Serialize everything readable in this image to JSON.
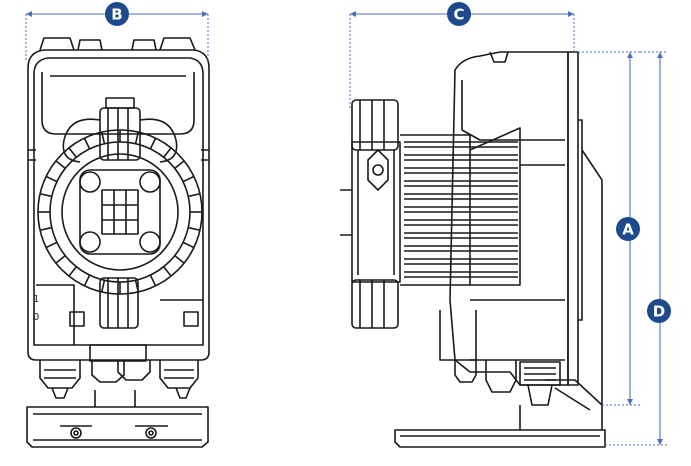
{
  "drawing": {
    "dimensions": [
      {
        "id": "B",
        "label": "B",
        "color": "#1c4a8c"
      },
      {
        "id": "C",
        "label": "C",
        "color": "#1c4a8c"
      },
      {
        "id": "A",
        "label": "A",
        "color": "#1c4a8c"
      },
      {
        "id": "D",
        "label": "D",
        "color": "#1c4a8c"
      }
    ],
    "front_view_marks": {
      "mark_1": "1",
      "mark_0": "0"
    },
    "dimension_line_color": "#4a72b8",
    "outline_color": "#1a1a1a"
  }
}
